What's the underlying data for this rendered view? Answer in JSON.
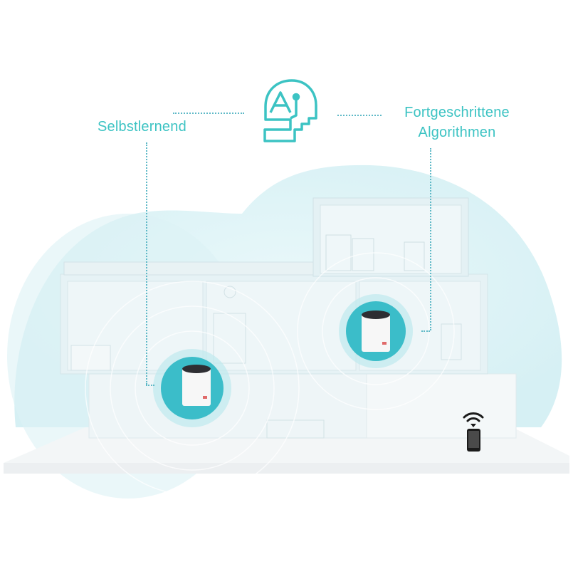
{
  "labels": {
    "left": "Selbstlernend",
    "right_line1": "Fortgeschrittene",
    "right_line2": "Algorithmen"
  },
  "icons": {
    "center": "ai-head-icon",
    "client": "smartphone-wifi-icon",
    "routers": [
      "mesh-router-unit",
      "mesh-router-unit"
    ]
  },
  "colors": {
    "accent": "#3cc3c3",
    "dotted_line": "#5fb9c7",
    "cloud": "#dff3f6",
    "router_ring": "#3bbdc9",
    "router_body": "#f7f7f7",
    "router_top": "#2e2e33",
    "phone": "#1b1b1b"
  }
}
